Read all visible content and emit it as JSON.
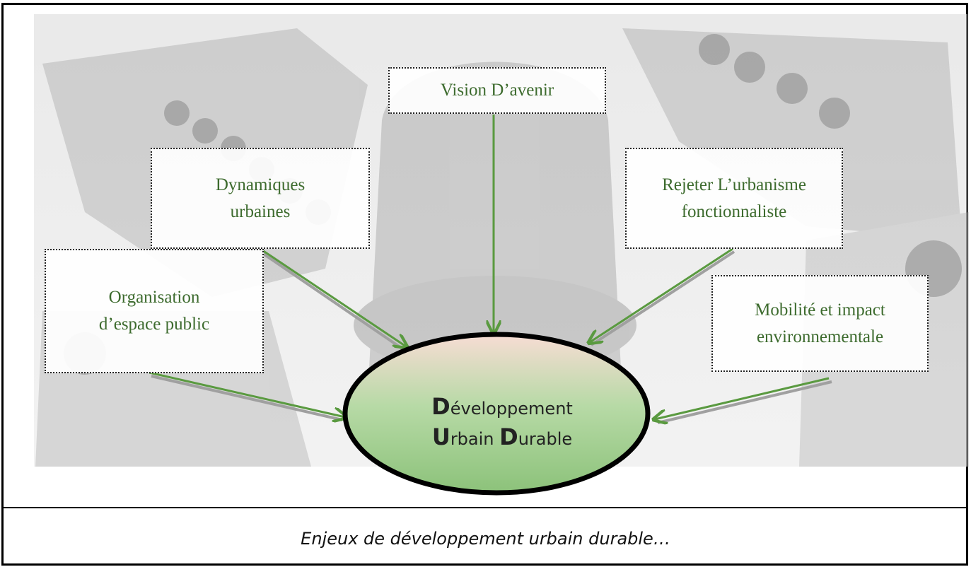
{
  "nodes": {
    "vision": [
      "Vision D’avenir"
    ],
    "dynamiques": [
      "Dynamiques",
      "urbaines"
    ],
    "rejeter": [
      "Rejeter L’urbanisme",
      "fonctionnaliste"
    ],
    "organisation": [
      "Organisation",
      "d’espace public"
    ],
    "mobilite": [
      "Mobilité et impact",
      "environnementale"
    ]
  },
  "center": {
    "line1_initial": "D",
    "line1_rest": "éveloppement",
    "line2_initial1": "U",
    "line2_rest1": "rbain ",
    "line2_initial2": "D",
    "line2_rest2": "urable"
  },
  "caption": "Enjeux de développement urbain durable…",
  "colors": {
    "node_text": "#3d6b2e",
    "arrow": "#5a9a40",
    "arrow_shadow": "#a0a0a0",
    "ellipse_fill_top": "#f7dcd4",
    "ellipse_fill_bottom": "#8cc27a"
  }
}
